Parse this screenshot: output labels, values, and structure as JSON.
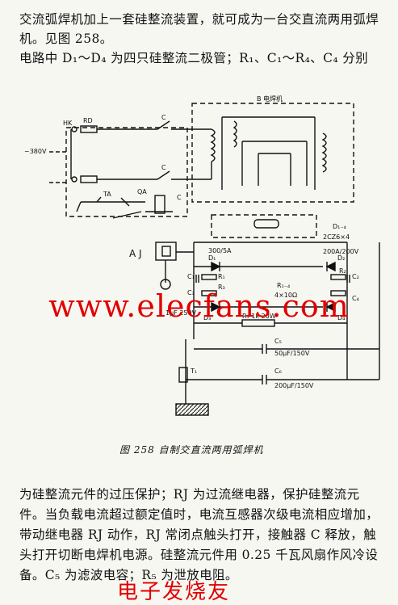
{
  "paragraphs": {
    "p1": "交流弧焊机加上一套硅整流装置，就可成为一台交直流两用弧焊机。见图 258。",
    "p2": "电路中 D₁～D₄ 为四只硅整流二极管；R₁、C₁～R₄、C₄ 分别",
    "p3": "为硅整流元件的过压保护；RJ 为过流继电器，保护硅整流元件。当负载电流超过额定值时，电流互感器次级电流相应增加，带动继电器 RJ 动作，RJ 常闭点触头打开，接触器 C 释放，触头打开切断电焊机电源。硅整流元件用 0.25 千瓦风扇作风冷设备。C₅ 为滤波电容；R₅ 为泄放电阻。"
  },
  "figure": {
    "caption": "图 258   自制交直流两用弧焊机",
    "labels": {
      "hk": "HK",
      "rd": "RD",
      "c_top": "C",
      "c_mid": "C",
      "c_box": "C",
      "voltage": "~380V",
      "ta": "TA",
      "qa": "QA",
      "welder": "B 电焊机",
      "aj": "A J",
      "ct_rating": "300/5A",
      "d14": "D₁₋₄",
      "d14_model": "2CZ6×4",
      "d14_rating": "200A/200V",
      "d1": "D₁",
      "d2": "D₂",
      "d3": "D₃",
      "d4": "D₄",
      "r1": "R₁",
      "r2": "R₂",
      "r3": "R₃",
      "c1": "C₁",
      "c2": "C₂",
      "c3": "C₃",
      "c4": "C₄",
      "r14": "R₁₋₄",
      "r14_rating": "4×10Ω",
      "c14_rating": "1μF 250V",
      "r5": "R₅ 1k 20W",
      "c5": "C₅",
      "c5_rating": "50μF/150V",
      "c6": "C₆",
      "c6_rating": "200μF/150V",
      "tj": "T₁"
    }
  },
  "watermark": {
    "url": "www.elecfans.com",
    "brand": "电子发烧友"
  }
}
